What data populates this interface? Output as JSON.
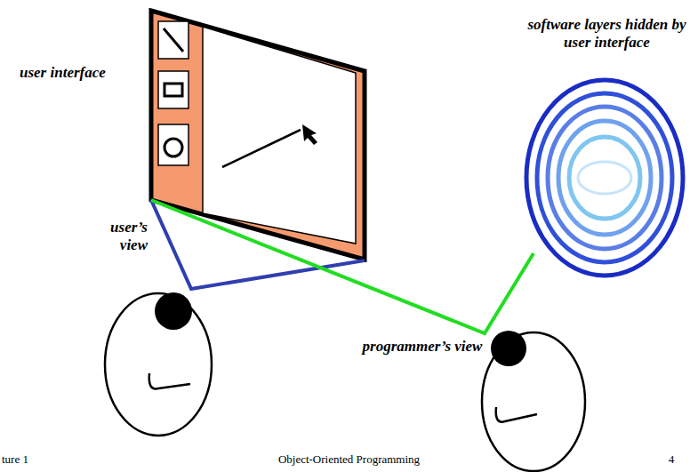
{
  "diagram": {
    "labels": [
      "user interface",
      "software layers hidden by user interface",
      "user’s view",
      "programmer’s view",
      "ture 1",
      "Object-Oriented Programming",
      "4"
    ]
  }
}
